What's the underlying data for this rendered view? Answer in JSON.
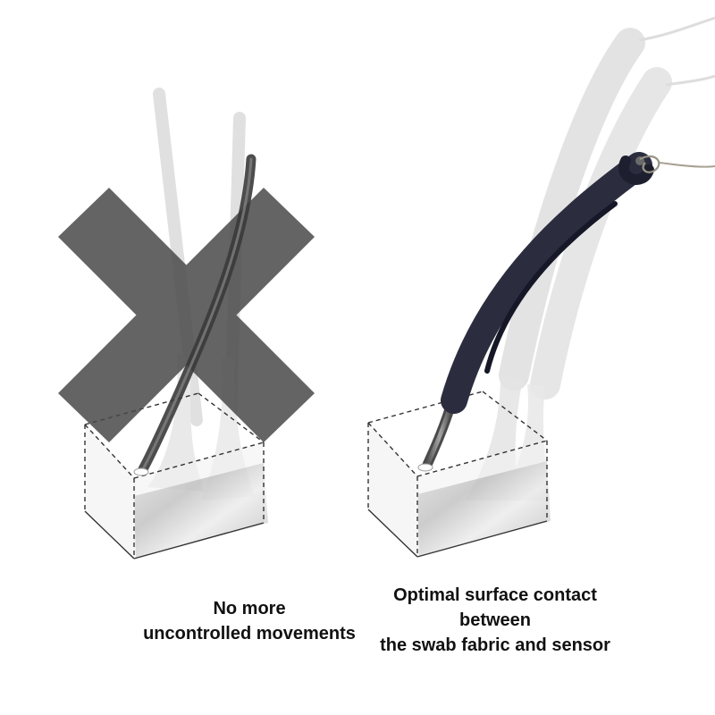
{
  "left_panel": {
    "caption_lines": [
      "No more",
      "uncontrolled movements"
    ],
    "x_mark_color": "#4a4a4a"
  },
  "right_panel": {
    "caption_lines": [
      "Optimal surface contact",
      "between",
      "the swab fabric and sensor"
    ],
    "holder_color": "#2b2d3f"
  },
  "colors": {
    "ghost": "#d4d4d4",
    "box_outline": "#333333",
    "sensor_surface": "#b8b8b8",
    "caption_text": "#111111"
  }
}
